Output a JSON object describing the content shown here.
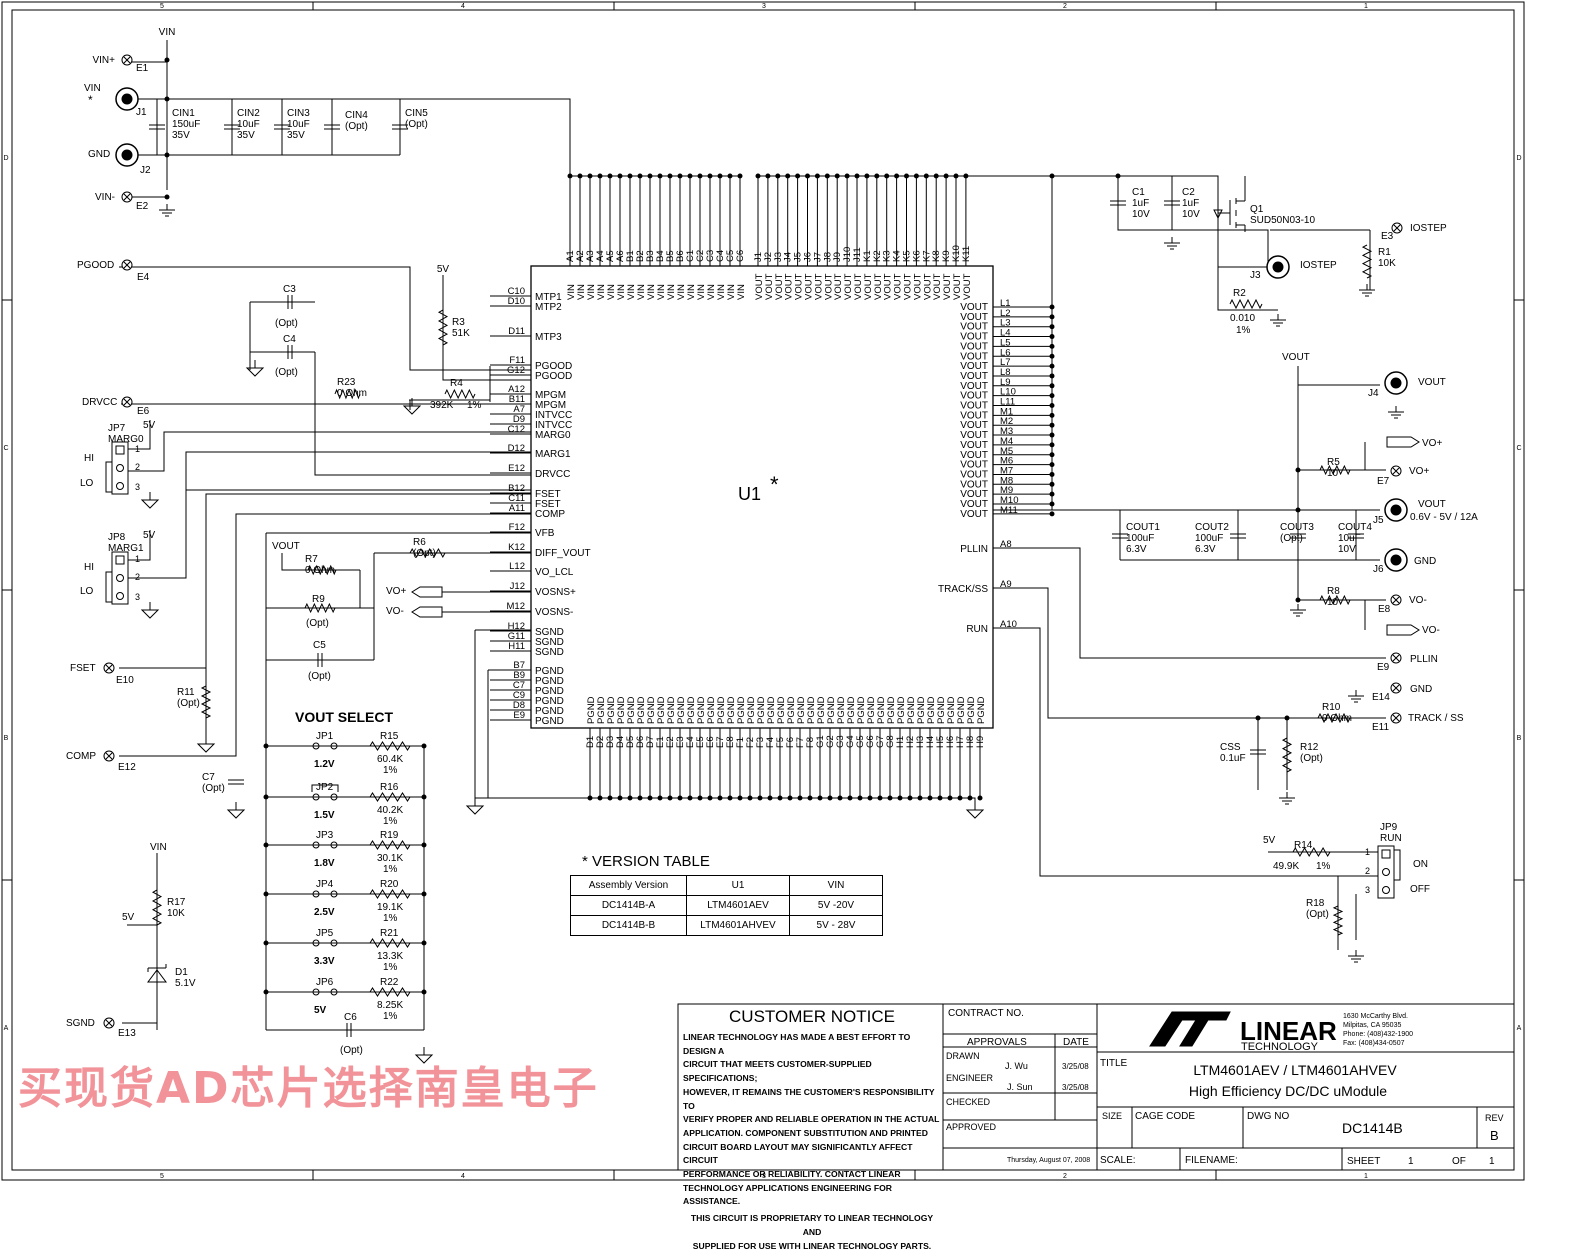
{
  "watermark": "买现货AD芯片选择南皇电子",
  "colors": {
    "line": "#000000",
    "watermark": "#f08a90"
  },
  "ic": {
    "ref": "U1",
    "star": "*"
  },
  "left_pins": [
    {
      "num": "C10",
      "name": "MTP1"
    },
    {
      "num": "D10",
      "name": "MTP2"
    },
    {
      "num": "D11",
      "name": "MTP3"
    },
    {
      "num": "F11",
      "name": "PGOOD"
    },
    {
      "num": "G12",
      "name": "PGOOD"
    },
    {
      "num": "A12",
      "name": "MPGM"
    },
    {
      "num": "B11",
      "name": "MPGM"
    },
    {
      "num": "A7",
      "name": "INTVCC"
    },
    {
      "num": "D9",
      "name": "INTVCC"
    },
    {
      "num": "C12",
      "name": "MARG0"
    },
    {
      "num": "D12",
      "name": "MARG1"
    },
    {
      "num": "E12",
      "name": "DRVCC"
    },
    {
      "num": "B12",
      "name": "FSET"
    },
    {
      "num": "C11",
      "name": "FSET"
    },
    {
      "num": "A11",
      "name": "COMP"
    },
    {
      "num": "F12",
      "name": "VFB"
    },
    {
      "num": "K12",
      "name": "DIFF_VOUT"
    },
    {
      "num": "L12",
      "name": "VO_LCL"
    },
    {
      "num": "J12",
      "name": "VOSNS+"
    },
    {
      "num": "M12",
      "name": "VOSNS-"
    },
    {
      "num": "H12",
      "name": "SGND"
    },
    {
      "num": "G11",
      "name": "SGND"
    },
    {
      "num": "H11",
      "name": "SGND"
    },
    {
      "num": "B7",
      "name": "PGND"
    },
    {
      "num": "B9",
      "name": "PGND"
    },
    {
      "num": "C7",
      "name": "PGND"
    },
    {
      "num": "C9",
      "name": "PGND"
    },
    {
      "num": "D8",
      "name": "PGND"
    },
    {
      "num": "E9",
      "name": "PGND"
    }
  ],
  "top_vin_pins": [
    "A1",
    "A2",
    "A3",
    "A4",
    "A5",
    "A6",
    "B1",
    "B2",
    "B3",
    "B4",
    "B5",
    "B6",
    "C1",
    "C2",
    "C3",
    "C4",
    "C5",
    "C6"
  ],
  "top_vout_pins": [
    "J1",
    "J2",
    "J3",
    "J4",
    "J5",
    "J6",
    "J7",
    "J8",
    "J9",
    "J10",
    "J11",
    "K1",
    "K2",
    "K3",
    "K4",
    "K5",
    "K6",
    "K7",
    "K8",
    "K9",
    "K10",
    "K11"
  ],
  "right_vout_pins": [
    "L1",
    "L2",
    "L3",
    "L4",
    "L5",
    "L6",
    "L7",
    "L8",
    "L9",
    "L10",
    "L11",
    "M1",
    "M2",
    "M3",
    "M4",
    "M5",
    "M6",
    "M7",
    "M8",
    "M9",
    "M10",
    "M11"
  ],
  "right_pins": [
    {
      "num": "A8",
      "name": "PLLIN"
    },
    {
      "num": "A9",
      "name": "TRACK/SS"
    },
    {
      "num": "A10",
      "name": "RUN"
    }
  ],
  "bottom_pins": [
    "D1",
    "D2",
    "D3",
    "D4",
    "D5",
    "D6",
    "D7",
    "E1",
    "E2",
    "E3",
    "E4",
    "E5",
    "E6",
    "E7",
    "E8",
    "F1",
    "F2",
    "F3",
    "F4",
    "F5",
    "F6",
    "F7",
    "F8",
    "G1",
    "G2",
    "G3",
    "G4",
    "G5",
    "G6",
    "G7",
    "G8",
    "H1",
    "H2",
    "H3",
    "H4",
    "H5",
    "H6",
    "H7",
    "H8",
    "H9"
  ],
  "pin_names": {
    "vin": "VIN",
    "vout": "VOUT",
    "pgnd": "PGND"
  },
  "labels": {
    "vin_rail": "VIN",
    "vin_plus": "VIN+",
    "e1": "E1",
    "vin_jack": "VIN",
    "star": "*",
    "j1": "J1",
    "gnd": "GND",
    "j2": "J2",
    "vin_minus": "VIN-",
    "e2": "E2",
    "cin1": [
      "CIN1",
      "150uF",
      "35V"
    ],
    "cin2": [
      "CIN2",
      "10uF",
      "35V"
    ],
    "cin3": [
      "CIN3",
      "10uF",
      "35V"
    ],
    "cin4": [
      "CIN4",
      "(Opt)"
    ],
    "cin5": [
      "CIN5",
      "(Opt)"
    ],
    "pgood": "PGOOD",
    "e4": "E4",
    "v5": "5V",
    "c3": [
      "C3",
      "(Opt)"
    ],
    "c4": [
      "C4",
      "(Opt)"
    ],
    "r3": [
      "R3",
      "51K"
    ],
    "r23": [
      "R23",
      "0 Ohm"
    ],
    "r4": [
      "R4",
      "392K",
      "1%"
    ],
    "drvcc": "DRVCC",
    "e6": "E6",
    "jp7": [
      "JP7",
      "MARG0"
    ],
    "jp8": [
      "JP8",
      "MARG1"
    ],
    "hi": "HI",
    "lo": "LO",
    "p1": "1",
    "p2": "2",
    "p3": "3",
    "fset": "FSET",
    "e10": "E10",
    "r11": [
      "R11",
      "(Opt)"
    ],
    "comp": "COMP",
    "e12": "E12",
    "c7": [
      "C7",
      "(Opt)"
    ],
    "vout": "VOUT",
    "r7": [
      "R7",
      "0 Ohm"
    ],
    "r6": [
      "R6",
      "(Opt)"
    ],
    "r9": [
      "R9",
      "(Opt)"
    ],
    "c5": [
      "C5",
      "(Opt)"
    ],
    "vo_plus": "VO+",
    "vo_minus": "VO-",
    "vout_select": "VOUT SELECT",
    "jp_rows": [
      {
        "jp": "JP1",
        "v": "1.2V",
        "r": "R15",
        "val": "60.4K",
        "tol": "1%"
      },
      {
        "jp": "JP2",
        "v": "1.5V",
        "r": "R16",
        "val": "40.2K",
        "tol": "1%"
      },
      {
        "jp": "JP3",
        "v": "1.8V",
        "r": "R19",
        "val": "30.1K",
        "tol": "1%"
      },
      {
        "jp": "JP4",
        "v": "2.5V",
        "r": "R20",
        "val": "19.1K",
        "tol": "1%"
      },
      {
        "jp": "JP5",
        "v": "3.3V",
        "r": "R21",
        "val": "13.3K",
        "tol": "1%"
      },
      {
        "jp": "JP6",
        "v": "5V",
        "r": "R22",
        "val": "8.25K",
        "tol": "1%"
      }
    ],
    "c6": [
      "C6",
      "(Opt)"
    ],
    "r17": [
      "R17",
      "10K"
    ],
    "d1": [
      "D1",
      "5.1V"
    ],
    "sgnd": "SGND",
    "e13": "E13",
    "c1": [
      "C1",
      "1uF",
      "10V"
    ],
    "c2": [
      "C2",
      "1uF",
      "10V"
    ],
    "q1": [
      "Q1",
      "SUD50N03-10"
    ],
    "e3": "E3",
    "iostep": "IOSTEP",
    "r1": [
      "R1",
      "10K"
    ],
    "j3": "J3",
    "r2": [
      "R2",
      "0.010",
      "1%"
    ],
    "j4": "J4",
    "r5": [
      "R5",
      "10"
    ],
    "e7": "E7",
    "j5": "J5",
    "vout_range": "0.6V - 5V / 12A",
    "cout1": [
      "COUT1",
      "100uF",
      "6.3V"
    ],
    "cout2": [
      "COUT2",
      "100uF",
      "6.3V"
    ],
    "cout3": [
      "COUT3",
      "(Opt)"
    ],
    "cout4": [
      "COUT4",
      "10uF",
      "10V"
    ],
    "j6": "J6",
    "r8": [
      "R8",
      "10"
    ],
    "e8": "E8",
    "pllin": "PLLIN",
    "e9": "E9",
    "e14": "E14",
    "r10": [
      "R10",
      "0 Ohm"
    ],
    "e11": "E11",
    "track_ss": "TRACK / SS",
    "css": [
      "CSS",
      "0.1uF"
    ],
    "r12": [
      "R12",
      "(Opt)"
    ],
    "jp9": [
      "JP9",
      "RUN"
    ],
    "r14": [
      "R14",
      "49.9K",
      "1%"
    ],
    "on": "ON",
    "off": "OFF",
    "r18": [
      "R18",
      "(Opt)"
    ],
    "border_cols": [
      "5",
      "4",
      "3",
      "2",
      "1"
    ],
    "border_rows": [
      "D",
      "C",
      "B",
      "A"
    ]
  },
  "version_table": {
    "title": "VERSION TABLE",
    "headers": [
      "Assembly Version",
      "U1",
      "VIN"
    ],
    "rows": [
      [
        "DC1414B-A",
        "LTM4601AEV",
        "5V -20V"
      ],
      [
        "DC1414B-B",
        "LTM4601AHVEV",
        "5V - 28V"
      ]
    ]
  },
  "notice": {
    "title": "CUSTOMER NOTICE",
    "body": [
      "LINEAR TECHNOLOGY HAS MADE A BEST EFFORT TO DESIGN A",
      "CIRCUIT THAT MEETS CUSTOMER-SUPPLIED SPECIFICATIONS;",
      "HOWEVER, IT REMAINS THE CUSTOMER'S RESPONSIBILITY TO",
      "VERIFY PROPER AND RELIABLE OPERATION IN THE ACTUAL",
      "APPLICATION. COMPONENT SUBSTITUTION AND PRINTED",
      "CIRCUIT BOARD LAYOUT MAY SIGNIFICANTLY AFFECT CIRCUIT",
      "PERFORMANCE OR RELIABILITY. CONTACT LINEAR",
      "TECHNOLOGY APPLICATIONS ENGINEERING FOR ASSISTANCE."
    ],
    "footer": [
      "THIS CIRCUIT IS PROPRIETARY TO LINEAR TECHNOLOGY AND",
      "SUPPLIED FOR USE WITH LINEAR TECHNOLOGY PARTS."
    ]
  },
  "title_block": {
    "contract": "CONTRACT NO.",
    "approvals": "APPROVALS",
    "date": "DATE",
    "drawn": "DRAWN",
    "drawn_name": "J. Wu",
    "drawn_date": "3/25/08",
    "engineer": "ENGINEER",
    "engineer_name": "J. Sun",
    "engineer_date": "3/25/08",
    "checked": "CHECKED",
    "approved": "APPROVED",
    "logo_text": "LINEAR",
    "logo_sub": "TECHNOLOGY",
    "address": [
      "1630 McCarthy Blvd.",
      "Milpitas, CA 95035",
      "Phone: (408)432-1900",
      "Fax: (408)434-0507"
    ],
    "title_label": "TITLE",
    "title_line1": "LTM4601AEV / LTM4601AHVEV",
    "title_line2": "High Efficiency DC/DC uModule",
    "size": "SIZE",
    "cage": "CAGE CODE",
    "dwg": "DWG NO",
    "dwg_no": "DC1414B",
    "rev": "REV",
    "rev_val": "B",
    "print_date": "Thursday, August 07, 2008",
    "scale": "SCALE:",
    "filename": "FILENAME:",
    "sheet": "SHEET",
    "sheet_num": "1",
    "of": "OF",
    "of_num": "1"
  }
}
